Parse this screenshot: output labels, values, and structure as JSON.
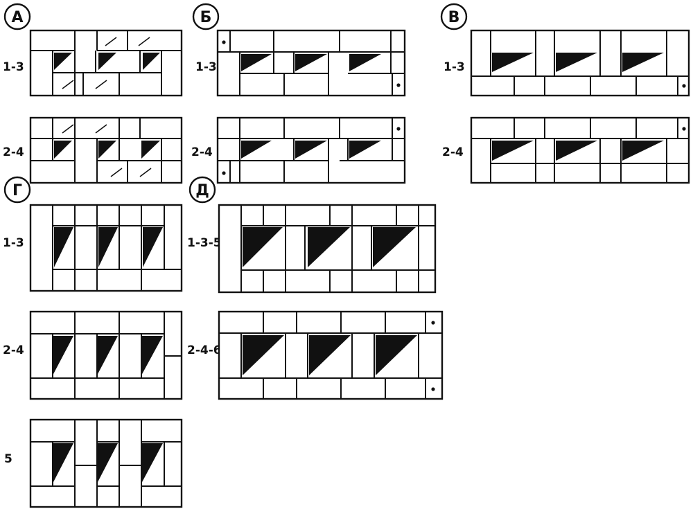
{
  "panels": [
    {
      "key": "A",
      "letter": "А",
      "rows": [
        "1-3",
        "2-4"
      ]
    },
    {
      "key": "B",
      "letter": "Б",
      "rows": [
        "1-3",
        "2-4"
      ]
    },
    {
      "key": "V",
      "letter": "В",
      "rows": [
        "1-3",
        "2-4"
      ]
    },
    {
      "key": "G",
      "letter": "Г",
      "rows": [
        "1-3",
        "2-4",
        "5"
      ]
    },
    {
      "key": "D",
      "letter": "Д",
      "rows": [
        "1-3-5",
        "2-4-6"
      ]
    }
  ],
  "colors": {
    "ink": "#111111",
    "paper": "#ffffff"
  }
}
